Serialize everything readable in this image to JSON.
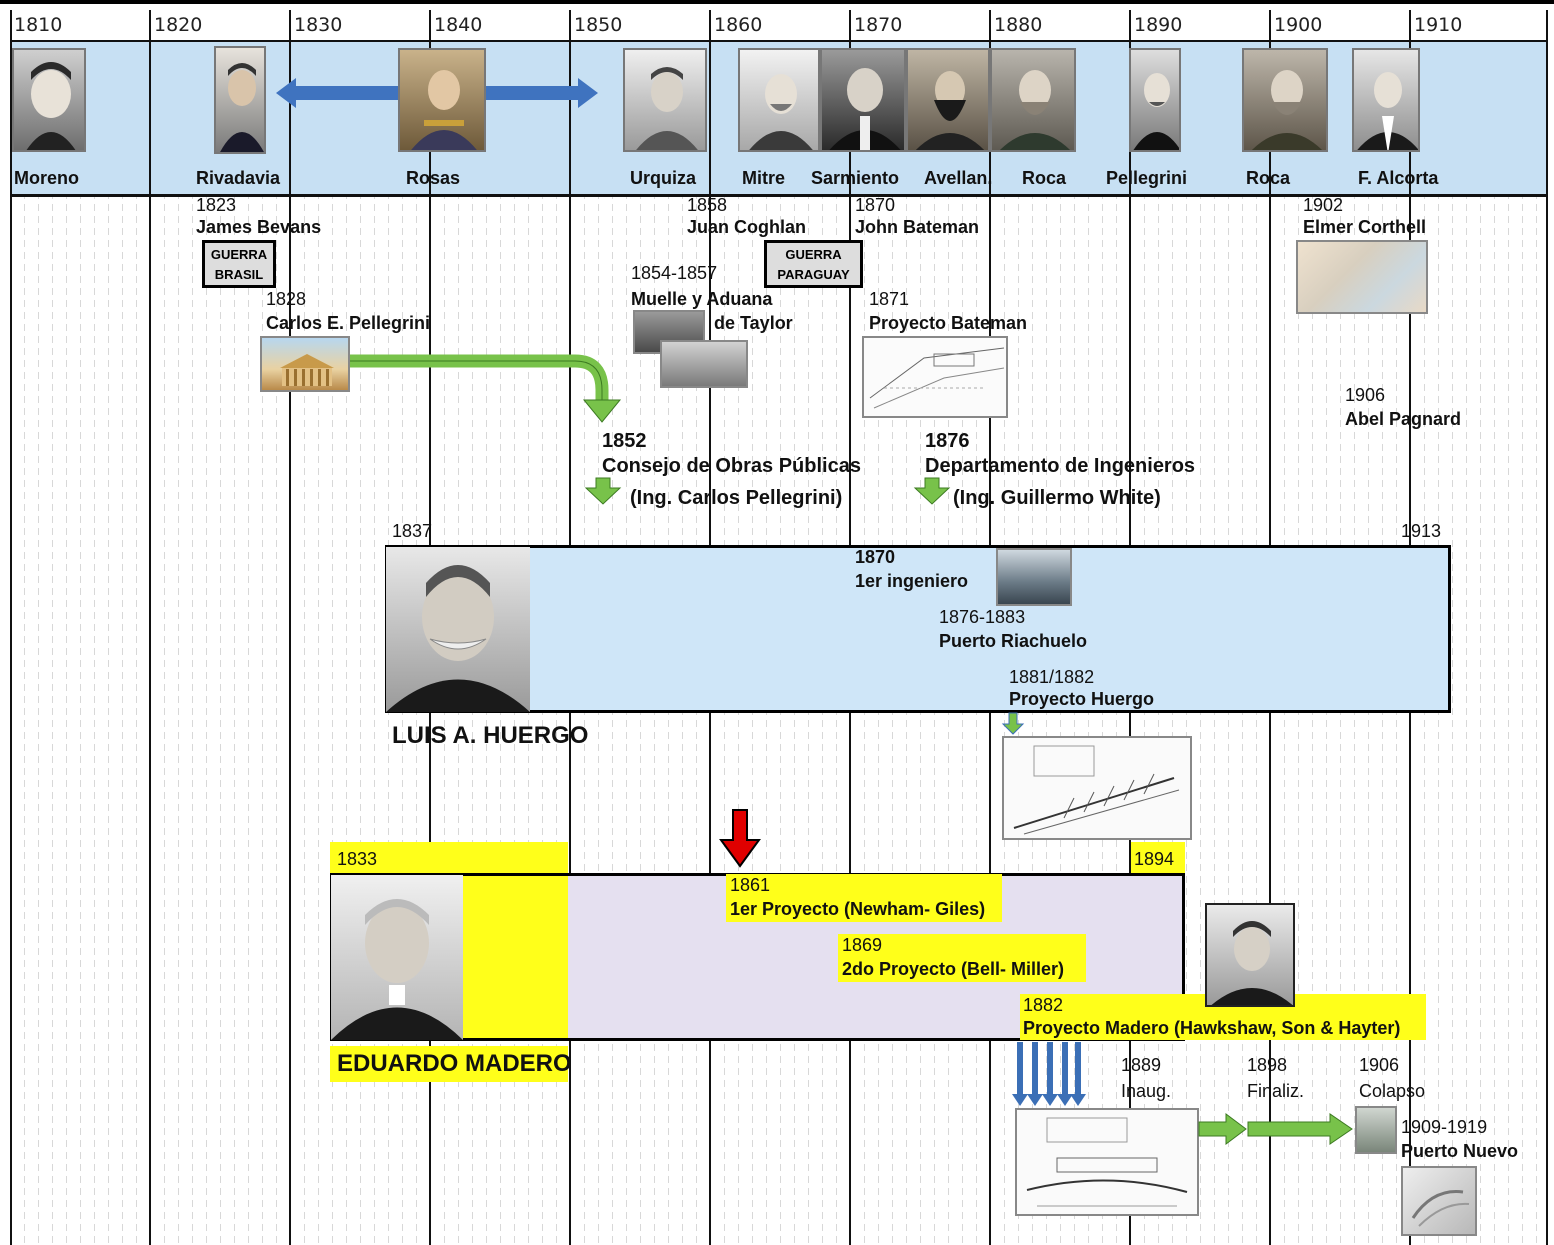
{
  "decades": [
    "1810",
    "1820",
    "1830",
    "1840",
    "1850",
    "1860",
    "1870",
    "1880",
    "1890",
    "1900",
    "1910"
  ],
  "leaders": [
    "Moreno",
    "Rivadavia",
    "Rosas",
    "Urquiza",
    "Mitre",
    "Sarmiento",
    "Avellan.",
    "Roca",
    "Pellegrini",
    "Roca",
    "F. Alcorta"
  ],
  "events": {
    "bevans": {
      "year": "1823",
      "name": "James Bevans"
    },
    "war_brasil": {
      "line1": "GUERRA",
      "line2": "BRASIL"
    },
    "coghlan": {
      "year": "1858",
      "name": "Juan Coghlan"
    },
    "war_paraguay": {
      "line1": "GUERRA",
      "line2": "PARAGUAY"
    },
    "bateman": {
      "year": "1870",
      "name": "John Bateman"
    },
    "corthell": {
      "year": "1902",
      "name": "Elmer Corthell"
    },
    "pellegrini_ce": {
      "year": "1828",
      "name": "Carlos E. Pellegrini"
    },
    "muelle": {
      "year": "1854-1857",
      "line1": "Muelle y Aduana",
      "line2": "de Taylor"
    },
    "proyecto_bateman": {
      "year": "1871",
      "name": "Proyecto Bateman"
    },
    "pagnard": {
      "year": "1906",
      "name": "Abel Pagnard"
    },
    "consejo": {
      "year": "1852",
      "line1": "Consejo de Obras Públicas",
      "line2": "(Ing. Carlos Pellegrini)"
    },
    "departamento": {
      "year": "1876",
      "line1": "Departamento de Ingenieros",
      "line2": "(Ing. Guillermo White)"
    }
  },
  "huergo": {
    "start": "1837",
    "end": "1913",
    "name": "LUIS A. HUERGO",
    "ingeniero": {
      "year": "1870",
      "text": "1er ingeniero"
    },
    "riachuelo": {
      "year": "1876-1883",
      "text": "Puerto Riachuelo"
    },
    "proyecto": {
      "year": "1881/1882",
      "text": "Proyecto Huergo"
    }
  },
  "madero": {
    "start": "1833",
    "end": "1894",
    "name": "EDUARDO MADERO",
    "p1": {
      "year": "1861",
      "text": "1er Proyecto (Newham- Giles)"
    },
    "p2": {
      "year": "1869",
      "text": "2do Proyecto (Bell- Miller)"
    },
    "p3": {
      "year": "1882",
      "text": "Proyecto Madero (Hawkshaw, Son & Hayter)"
    }
  },
  "port": {
    "inaug": {
      "year": "1889",
      "text": "Inaug."
    },
    "finaliz": {
      "year": "1898",
      "text": "Finaliz."
    },
    "colapso": {
      "year": "1906",
      "text": "Colapso"
    },
    "nuevo": {
      "year": "1909-1919",
      "text": "Puerto Nuevo"
    }
  },
  "colors": {
    "band": "#c7e0f3",
    "huergo_bar": "#cfe6f8",
    "madero_bar": "#e5e0f0",
    "highlight": "#ffff1a",
    "green_arrow": "#78c24a",
    "blue_arrow": "#3b6fb6",
    "red_arrow": "#e00000"
  }
}
